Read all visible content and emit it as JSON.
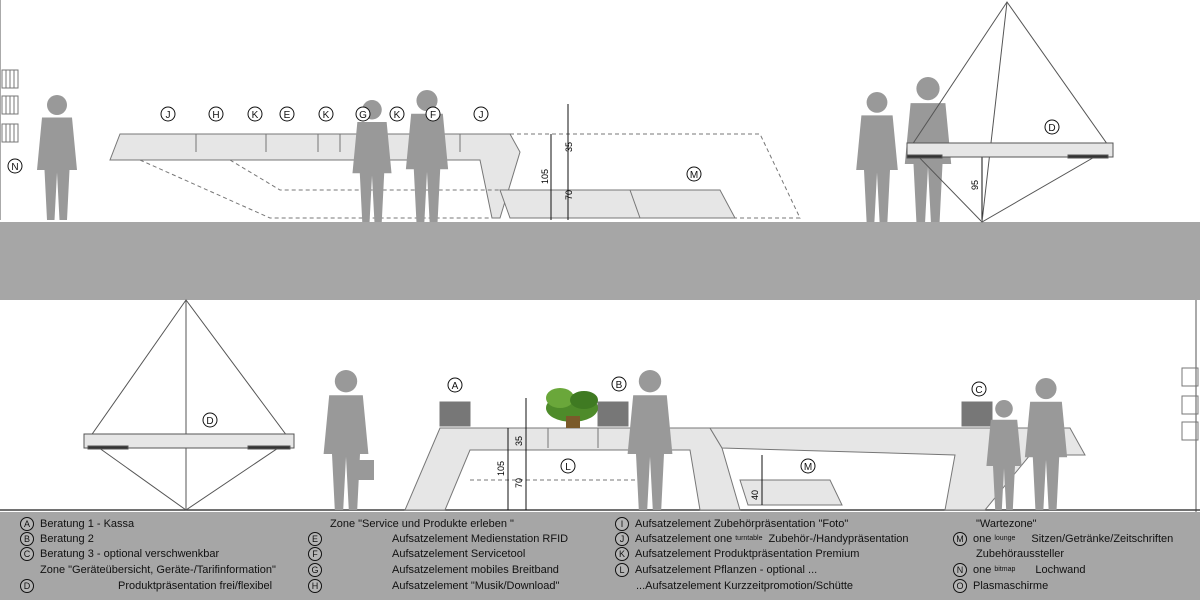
{
  "colors": {
    "floor": "#a6a6a6",
    "figure": "#999999",
    "counter": "#e6e6e6",
    "line": "#555555",
    "legend_bg": "#a6a6a6"
  },
  "top_labels": [
    "J",
    "H",
    "K",
    "E",
    "K",
    "G",
    "K",
    "F",
    "J",
    "M",
    "N",
    "D"
  ],
  "bottom_labels": [
    "A",
    "B",
    "C",
    "L",
    "M",
    "D"
  ],
  "dimensions_top": [
    "35",
    "105",
    "70",
    "95"
  ],
  "dimensions_bottom": [
    "35",
    "105",
    "70",
    "40"
  ],
  "legend": {
    "col1": [
      {
        "letter": "A",
        "text": "Beratung 1 - Kassa"
      },
      {
        "letter": "B",
        "text": "Beratung 2"
      },
      {
        "letter": "C",
        "text": "Beratung 3 - optional verschwenkbar"
      },
      {
        "letter": "",
        "text": "Zone \"Geräteübersicht, Geräte-/Tarifinformation\""
      },
      {
        "letter": "D",
        "text": "Produktpräsentation frei/flexibel"
      }
    ],
    "col2_title": "Zone \"Service und Produkte erleben \"",
    "col2": [
      {
        "letter": "E",
        "text": "Aufsatzelement Medienstation RFID"
      },
      {
        "letter": "F",
        "text": "Aufsatzelement Servicetool"
      },
      {
        "letter": "G",
        "text": "Aufsatzelement mobiles Breitband"
      },
      {
        "letter": "H",
        "text": "Aufsatzelement \"Musik/Download\""
      }
    ],
    "col3": [
      {
        "letter": "I",
        "text": "Aufsatzelement Zubehörpräsentation \"Foto\""
      },
      {
        "letter": "J",
        "text": "Aufsatzelement one",
        "small": "turntable",
        "text2": "Zubehör-/Handypräsentation"
      },
      {
        "letter": "K",
        "text": "Aufsatzelement Produktpräsentation Premium"
      },
      {
        "letter": "L",
        "text": "Aufsatzelement Pflanzen - optional ..."
      },
      {
        "letter": "",
        "text": "...Aufsatzelement Kurzzeitpromotion/Schütte"
      }
    ],
    "col4_title": "\"Wartezone\"",
    "col4": [
      {
        "letter": "M",
        "text": "one",
        "small": "lounge",
        "text2": "Sitzen/Getränke/Zeitschriften"
      },
      {
        "letter": "",
        "text": "Zubehöraussteller"
      },
      {
        "letter": "N",
        "text": "one",
        "small": "bitmap",
        "text2": "Lochwand"
      },
      {
        "letter": "O",
        "text": "Plasmaschirme"
      }
    ]
  }
}
